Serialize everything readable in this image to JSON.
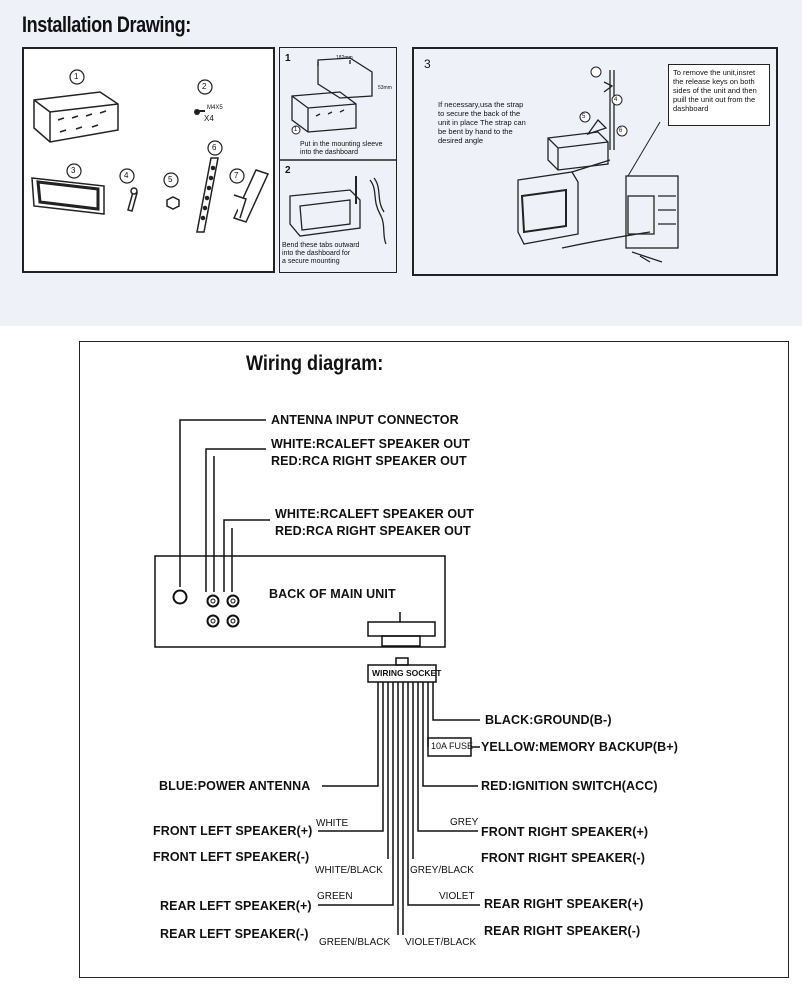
{
  "installation": {
    "title": "Installation Drawing:",
    "panel1": {
      "callouts": [
        "1",
        "2",
        "3",
        "4",
        "5",
        "6",
        "7"
      ],
      "screw_label": "M4X5",
      "screw_qty": "X4"
    },
    "panel2": {
      "step1_number": "1",
      "step1_caption_line1": "Put in the mounting sleeve",
      "step1_caption_line2": "into the dashboard",
      "step1_callout": "1",
      "dim1": "182mm",
      "dim2": "53mm",
      "step2_number": "2",
      "step2_caption_line1": "Bend these tabs outward",
      "step2_caption_line2": "into the dashboard for",
      "step2_caption_line3": "a secure mounting"
    },
    "panel3": {
      "step_number": "3",
      "strap_note": [
        "If necessary,usa the strap",
        "to secure the back of the",
        "unit in place The strap can",
        "be bent by hand to the",
        "desired angle"
      ],
      "remove_note": [
        "To remove the unit,insret",
        "the release keys on both",
        "sides of the unit and then",
        "puill the unit out from the",
        "dashboard"
      ],
      "callouts": [
        "5",
        "4",
        "6"
      ]
    }
  },
  "wiring": {
    "title": "Wiring diagram:",
    "antenna": "ANTENNA INPUT CONNECTOR",
    "rca1_white": "WHITE:RCALEFT SPEAKER OUT",
    "rca1_red": "RED:RCA RIGHT SPEAKER OUT",
    "rca2_white": "WHITE:RCALEFT SPEAKER OUT",
    "rca2_red": "RED:RCA RIGHT SPEAKER OUT",
    "back_unit": "BACK OF MAIN UNIT",
    "socket": "WIRING SOCKET",
    "fuse": "10A FUSE",
    "black": "BLACK:GROUND(B-)",
    "yellow": "YELLOW:MEMORY BACKUP(B+)",
    "red_acc": "RED:IGNITION SWITCH(ACC)",
    "blue": "BLUE:POWER ANTENNA",
    "front_left_pos": "FRONT LEFT SPEAKER(+)",
    "front_left_neg": "FRONT LEFT SPEAKER(-)",
    "rear_left_pos": "REAR LEFT SPEAKER(+)",
    "rear_left_neg": "REAR LEFT SPEAKER(-)",
    "front_right_pos": "FRONT RIGHT SPEAKER(+)",
    "front_right_neg": "FRONT RIGHT SPEAKER(-)",
    "rear_right_pos": "REAR RIGHT SPEAKER(+)",
    "rear_right_neg": "REAR RIGHT SPEAKER(-)",
    "wire_white": "WHITE",
    "wire_white_black": "WHITE/BLACK",
    "wire_green": "GREEN",
    "wire_green_black": "GREEN/BLACK",
    "wire_grey": "GREY",
    "wire_grey_black": "GREY/BLACK",
    "wire_violet": "VIOLET",
    "wire_violet_black": "VIOLET/BLACK"
  }
}
